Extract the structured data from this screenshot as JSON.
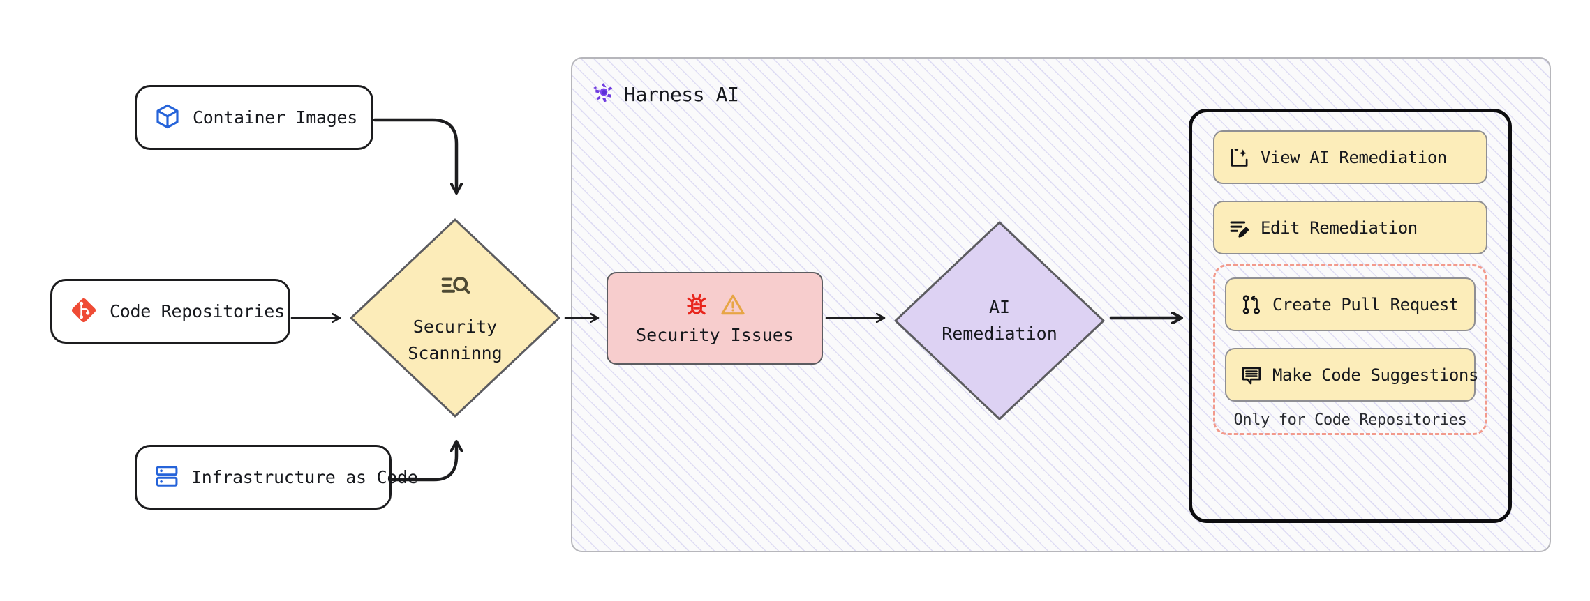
{
  "diagram": {
    "title": "Harness AI security scanning and remediation flow",
    "colors": {
      "node_border": "#1c1c1e",
      "scan_fill": "#fcecb9",
      "scan_border": "#5c5c60",
      "issues_fill": "#f7cdcd",
      "issues_border": "#5c5c60",
      "remediation_fill": "#ddd2f3",
      "remediation_border": "#5c5c60",
      "action_fill": "#fcedba",
      "action_border": "#8f8f93",
      "dashed_border": "#f29a8c",
      "panel_border": "#b6b6bb",
      "hatch": "#7f75db",
      "harness_purple": "#6f3ce0",
      "git_red": "#ef4b35",
      "container_blue": "#2563d9",
      "iac_blue": "#2563d9",
      "bug_red": "#e8251c",
      "warning_orange": "#e7a545",
      "edge": "#1d1d1f"
    },
    "sources": [
      {
        "id": "container-images",
        "label": "Container Images",
        "icon": "container-cube-icon"
      },
      {
        "id": "code-repositories",
        "label": "Code Repositories",
        "icon": "git-repository-icon"
      },
      {
        "id": "infrastructure-as-code",
        "label": "Infrastructure as Code",
        "icon": "server-stack-icon"
      }
    ],
    "security_scanning": {
      "id": "security-scanning",
      "icon": "scan-magnifier-icon",
      "lines": [
        "Security",
        "Scanninng"
      ]
    },
    "harness_panel": {
      "title": "Harness AI",
      "logo_icon": "harness-pinwheel-logo-icon"
    },
    "security_issues": {
      "id": "security-issues",
      "label": "Security Issues",
      "icons": [
        "bug-icon",
        "warning-triangle-icon"
      ]
    },
    "ai_remediation": {
      "id": "ai-remediation",
      "lines": [
        "AI",
        "Remediation"
      ]
    },
    "actions": {
      "items": [
        {
          "id": "view-ai-remediation",
          "label": "View AI Remediation",
          "icon": "ai-sparkle-frame-icon",
          "in_dashed_group": false
        },
        {
          "id": "edit-remediation",
          "label": "Edit Remediation",
          "icon": "edit-lines-pencil-icon",
          "in_dashed_group": false
        },
        {
          "id": "create-pull-request",
          "label": "Create Pull Request",
          "icon": "git-pull-request-icon",
          "in_dashed_group": true
        },
        {
          "id": "make-code-suggestions",
          "label": "Make Code Suggestions",
          "icon": "comment-lines-icon",
          "in_dashed_group": true
        }
      ],
      "dashed_group_caption": "Only for Code Repositories"
    },
    "edges": [
      {
        "from": "container-images",
        "to": "security-scanning",
        "style": "elbow-curved",
        "arrowhead": "open"
      },
      {
        "from": "code-repositories",
        "to": "security-scanning",
        "style": "straight",
        "arrowhead": "open"
      },
      {
        "from": "infrastructure-as-code",
        "to": "security-scanning",
        "style": "elbow-curved",
        "arrowhead": "open"
      },
      {
        "from": "security-scanning",
        "to": "security-issues",
        "style": "straight",
        "arrowhead": "open"
      },
      {
        "from": "security-issues",
        "to": "ai-remediation",
        "style": "straight",
        "arrowhead": "open"
      },
      {
        "from": "ai-remediation",
        "to": "actions-panel",
        "style": "straight",
        "arrowhead": "open"
      }
    ]
  }
}
